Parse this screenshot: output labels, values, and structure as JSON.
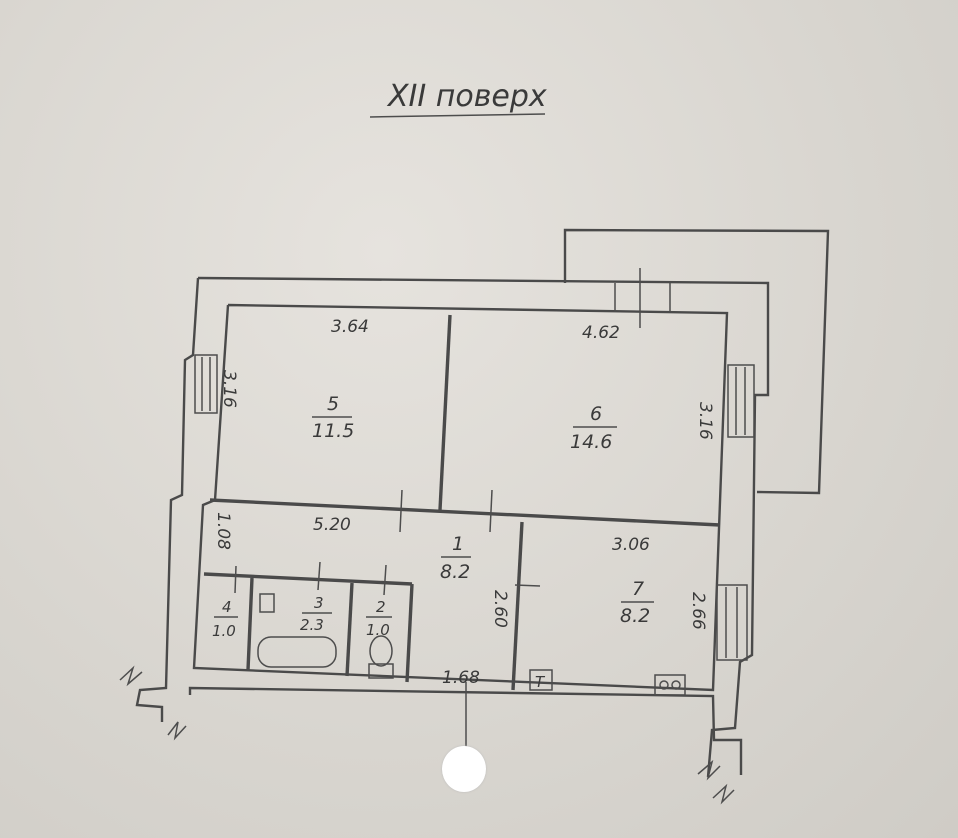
{
  "floor_title": "XII поверх",
  "dimensions": {
    "room5_width": "3.64",
    "room5_height": "3.16",
    "room6_width": "4.62",
    "room6_height": "3.16",
    "corridor_width": "5.20",
    "corridor_height": "1.08",
    "room7_width": "3.06",
    "room7_height": "2.66",
    "hall_height": "2.60",
    "hall_width": "1.68"
  },
  "rooms": [
    {
      "number": "5",
      "area": "11.5"
    },
    {
      "number": "6",
      "area": "14.6"
    },
    {
      "number": "1",
      "area": "8.2"
    },
    {
      "number": "7",
      "area": "8.2"
    },
    {
      "number": "4",
      "area": "1.0"
    },
    {
      "number": "3",
      "area": "2.3"
    },
    {
      "number": "2",
      "area": "1.0"
    }
  ],
  "symbols": {
    "fridge_mark": "T"
  }
}
